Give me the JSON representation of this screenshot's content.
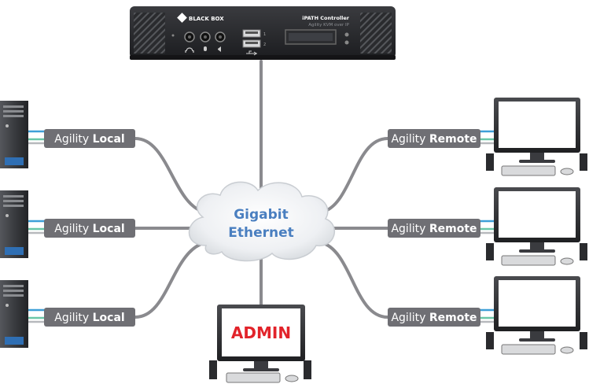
{
  "controller": {
    "brand": "BLACK BOX",
    "model": "iPATH Controller",
    "subtitle": "Agility KVM over IP"
  },
  "network": {
    "line1": "Gigabit",
    "line2": "Ethernet"
  },
  "admin": {
    "label": "ADMIN"
  },
  "local_units": [
    {
      "prefix": "Agility",
      "kind": "Local"
    },
    {
      "prefix": "Agility",
      "kind": "Local"
    },
    {
      "prefix": "Agility",
      "kind": "Local"
    }
  ],
  "remote_units": [
    {
      "prefix": "Agility",
      "kind": "Remote"
    },
    {
      "prefix": "Agility",
      "kind": "Remote"
    },
    {
      "prefix": "Agility",
      "kind": "Remote"
    }
  ],
  "colors": {
    "cable": "#8a8a8e",
    "unit_box": "#6f6f74",
    "cloud_text": "#4a7fc0",
    "admin_text": "#e2232a",
    "accent_blue": "#3ea0d8",
    "accent_green": "#6ac7a8"
  }
}
